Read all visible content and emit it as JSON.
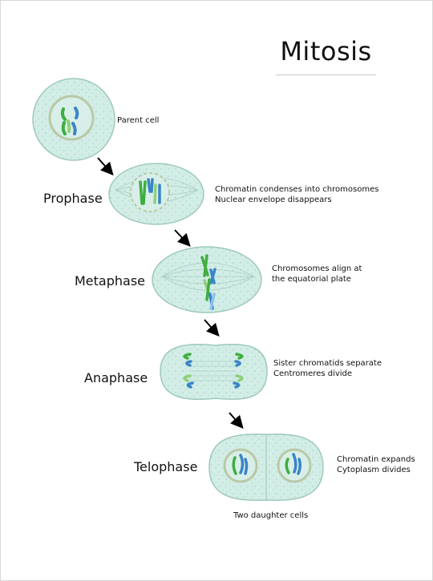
{
  "title": "Mitosis",
  "parent": {
    "label": "Parent cell"
  },
  "stages": [
    {
      "name": "Prophase",
      "description": [
        "Chromatin condenses into chromosomes",
        "Nuclear envelope disappears"
      ]
    },
    {
      "name": "Metaphase",
      "description": [
        "Chromosomes align at",
        "the equatorial plate"
      ]
    },
    {
      "name": "Anaphase",
      "description": [
        "Sister chromatids separate",
        "Centromeres divide"
      ]
    },
    {
      "name": "Telophase",
      "description": [
        "Chromatin expands",
        "Cytoplasm divides"
      ]
    }
  ],
  "footer": "Two daughter cells",
  "colors": {
    "cell_fill": "#d2ede6",
    "cell_stroke": "#9fc9bd",
    "nucleus_stroke": "#b9c9a6",
    "chromosome_green": "#3fae3f",
    "chromosome_light_green": "#8fd07a",
    "chromosome_blue": "#3a84c9",
    "chromosome_light_blue": "#8ec3ea",
    "arrow": "#000000"
  }
}
